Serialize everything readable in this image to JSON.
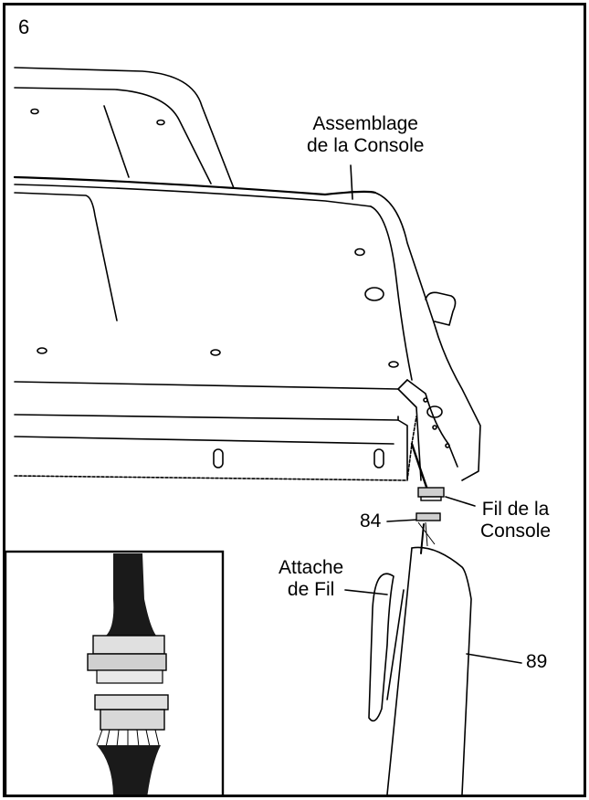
{
  "step": {
    "number": "6"
  },
  "labels": {
    "console_assembly": [
      "Assemblage",
      "de la Console"
    ],
    "console_wire": [
      "Fil de la",
      "Console"
    ],
    "part_84": "84",
    "wire_tie": [
      "Attache",
      "de Fil"
    ],
    "part_89": "89"
  },
  "colors": {
    "line": "#000000",
    "background": "#ffffff",
    "connector_gray": "#cfcfcf",
    "wire_dark": "#1a1a1a"
  }
}
